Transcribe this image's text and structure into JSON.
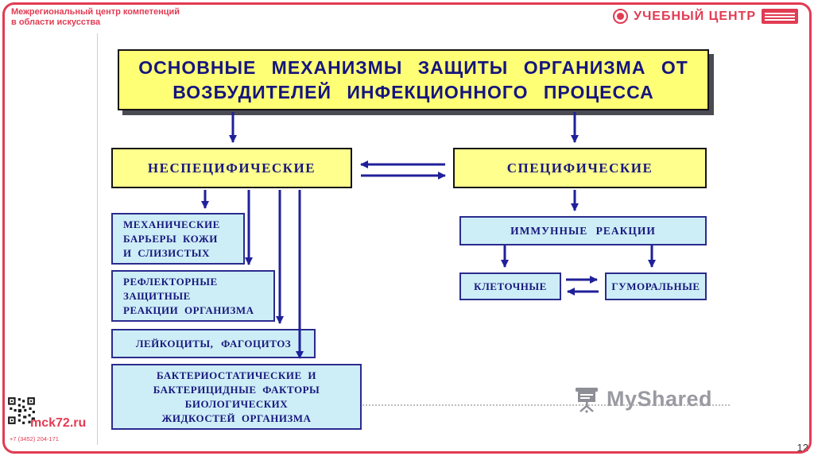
{
  "header": {
    "org_line1": "Межрегиональный центр компетенций",
    "org_line2": "в области искусства",
    "logo_title": "УЧЕБНЫЙ ЦЕНТР"
  },
  "diagram": {
    "title": "ОСНОВНЫЕ МЕХАНИЗМЫ ЗАЩИТЫ ОРГАНИЗМА ОТ\nВОЗБУДИТЕЛЕЙ ИНФЕКЦИОННОГО ПРОЦЕССА",
    "nonspecific_label": "НЕСПЕЦИФИЧЕСКИЕ",
    "specific_label": "СПЕЦИФИЧЕСКИЕ",
    "nonspecific_items": [
      "МЕХАНИЧЕСКИЕ\nБАРЬЕРЫ КОЖИ\nИ СЛИЗИСТЫХ",
      "РЕФЛЕКТОРНЫЕ\nЗАЩИТНЫЕ\nРЕАКЦИИ ОРГАНИЗМА",
      "ЛЕЙКОЦИТЫ, ФАГОЦИТОЗ",
      "БАКТЕРИОСТАТИЧЕСКИЕ И\nБАКТЕРИЦИДНЫЕ ФАКТОРЫ\nБИОЛОГИЧЕСКИХ\nЖИДКОСТЕЙ ОРГАНИЗМА"
    ],
    "immune_label": "ИММУННЫЕ РЕАКЦИИ",
    "cellular_label": "КЛЕТОЧНЫЕ",
    "humoral_label": "ГУМОРАЛЬНЫЕ"
  },
  "watermark": {
    "label": "MyShared"
  },
  "footer": {
    "site": "mck72.ru",
    "phone": "+7 (3452) 204-171",
    "page_number": "12"
  },
  "colors": {
    "accent_red": "#e23b53",
    "navy": "#1c1c8f",
    "box_yellow": "#ffff8e",
    "box_cyan": "#cdeef6"
  }
}
